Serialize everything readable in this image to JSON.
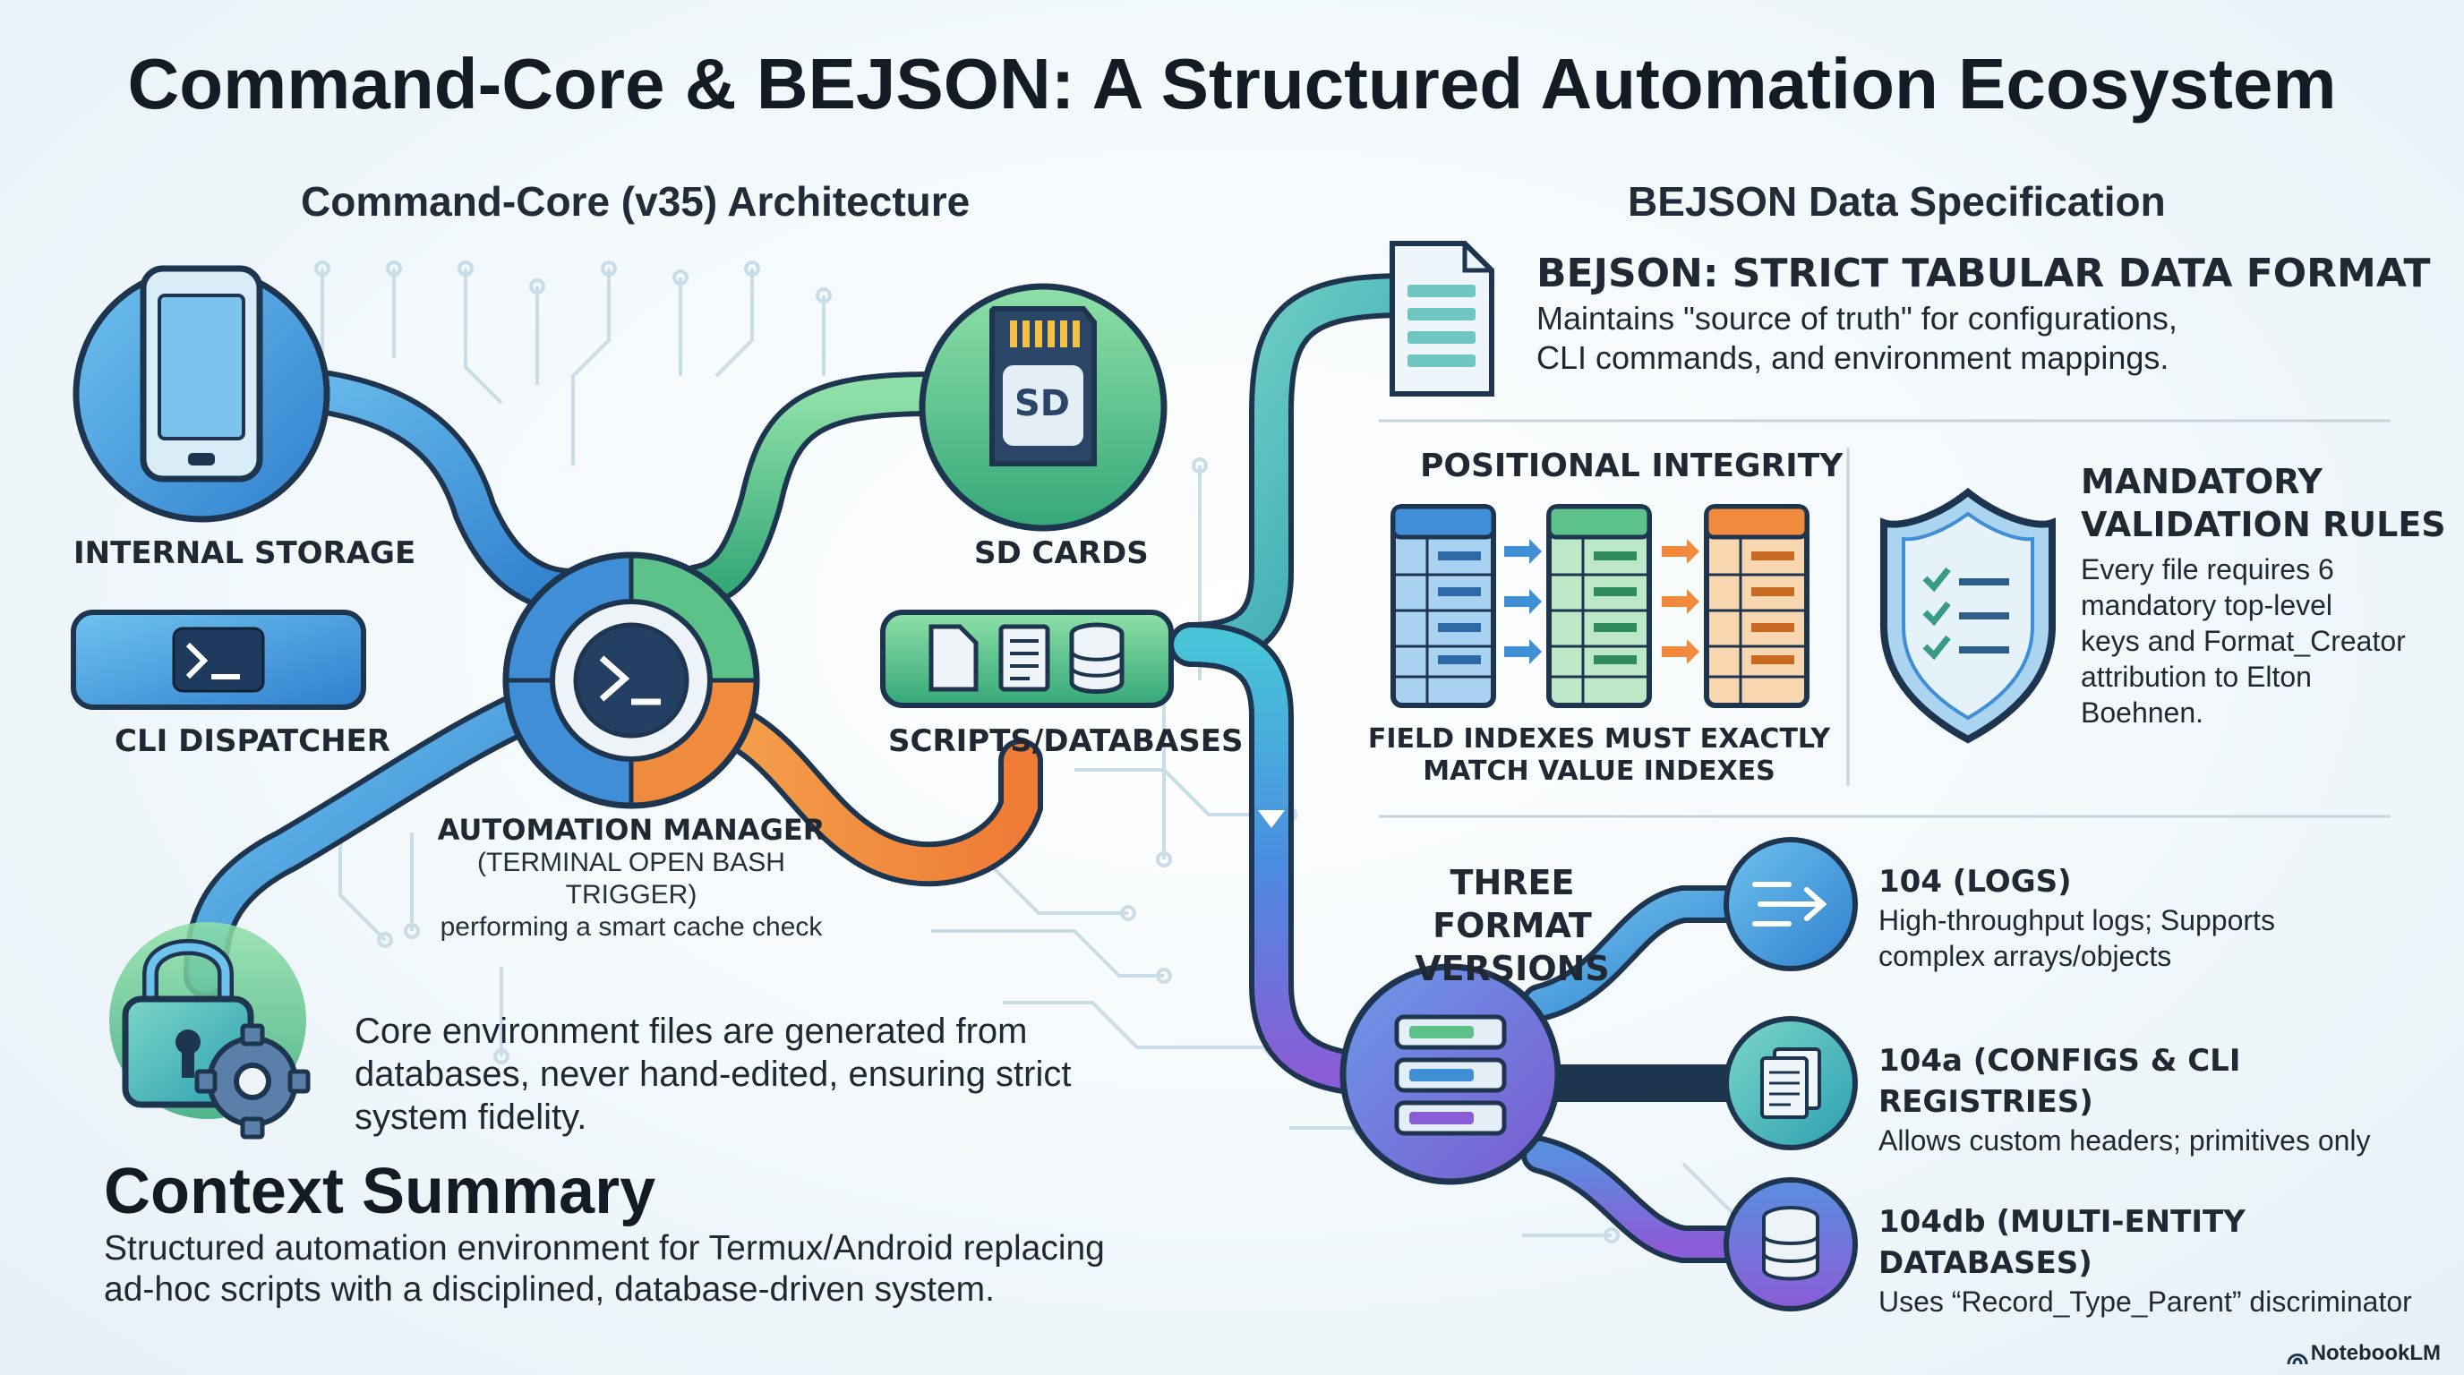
{
  "title": "Command-Core & BEJSON: A Structured Automation Ecosystem",
  "left": {
    "heading": "Command-Core (v35) Architecture",
    "internal_storage": "INTERNAL STORAGE",
    "cli_dispatcher": "CLI DISPATCHER",
    "sd_cards": "SD CARDS",
    "sd_chip_text": "SD",
    "scripts_databases": "SCRIPTS/DATABASES",
    "automation_manager": {
      "title": "AUTOMATION MANAGER",
      "line1": "(TERMINAL OPEN BASH TRIGGER)",
      "line2": "performing a smart cache check"
    },
    "core_note": [
      "Core environment files are generated from",
      "databases, never hand-edited, ensuring strict",
      "system fidelity."
    ],
    "context_summary": {
      "title": "Context Summary",
      "lines": [
        "Structured automation environment for Termux/Android replacing",
        "ad-hoc scripts with a disciplined, database-driven system."
      ]
    }
  },
  "right": {
    "heading": "BEJSON Data Specification",
    "format": {
      "title": "BEJSON: STRICT TABULAR DATA FORMAT",
      "lines": [
        "Maintains \"source of truth\" for configurations,",
        "CLI commands, and environment mappings."
      ]
    },
    "positional": {
      "title": "POSITIONAL INTEGRITY",
      "caption": [
        "FIELD INDEXES MUST EXACTLY",
        "MATCH VALUE INDEXES"
      ]
    },
    "validation": {
      "title": [
        "MANDATORY",
        "VALIDATION RULES"
      ],
      "lines": [
        "Every file requires 6",
        "mandatory top-level",
        "keys and Format_Creator",
        "attribution to Elton",
        "Boehnen."
      ]
    },
    "versions": {
      "title": [
        "THREE FORMAT",
        "VERSIONS"
      ],
      "items": [
        {
          "title": "104 (LOGS)",
          "lines": [
            "High-throughput logs; Supports",
            "complex arrays/objects"
          ]
        },
        {
          "title": "104a (CONFIGS & CLI REGISTRIES)",
          "lines": [
            "Allows custom headers; primitives only"
          ]
        },
        {
          "title": "104db (MULTI-ENTITY DATABASES)",
          "lines": [
            "Uses “Record_Type_Parent” discriminator"
          ]
        }
      ]
    }
  },
  "footer": "NotebookLM",
  "colors": {
    "blue": "#3f8ed6",
    "teal": "#3bb4b0",
    "green": "#5cc28a",
    "orange": "#f08a3c",
    "purple": "#8a6ad6",
    "outline": "#1e3550"
  },
  "icons": [
    "phone-icon",
    "terminal-icon",
    "sd-card-icon",
    "file-icon",
    "document-icon",
    "database-icon",
    "lock-icon",
    "gear-icon",
    "shield-checklist-icon",
    "server-stack-icon",
    "log-stream-icon",
    "config-files-icon"
  ]
}
